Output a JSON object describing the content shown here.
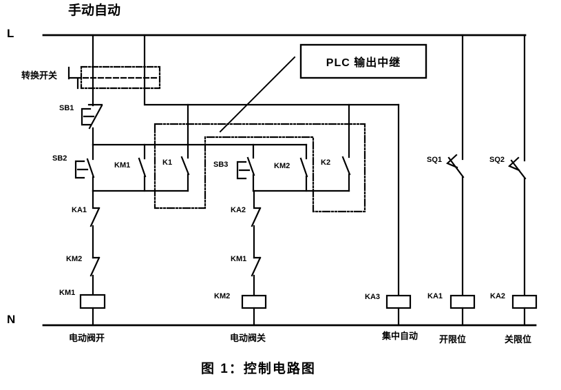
{
  "figure": {
    "title": "图 1：控制电路图",
    "mode_label": "手动自动"
  },
  "buses": {
    "live": "L",
    "neutral": "N"
  },
  "callout": {
    "plc_output_relay": "PLC 输出中继"
  },
  "switches": {
    "changeover": "转换开关",
    "sb1": "SB1",
    "sb2": "SB2",
    "sb3": "SB3",
    "sq1": "SQ1",
    "sq2": "SQ2"
  },
  "contacts": {
    "km1_seal_in": "KM1",
    "k1": "K1",
    "km2_seal_in": "KM2",
    "k2": "K2",
    "ka1_interlock": "KA1",
    "km2_interlock": "KM2",
    "ka2_interlock": "KA2",
    "km1_interlock": "KM1"
  },
  "coils": {
    "km1": "KM1",
    "km2": "KM2",
    "ka3": "KA3",
    "ka1": "KA1",
    "ka2": "KA2"
  },
  "captions": {
    "valve_open": "电动阀开",
    "valve_close": "电动阀关",
    "central_auto": "集中自动",
    "open_limit": "开限位",
    "close_limit": "关限位"
  },
  "colors": {
    "ink": "#000000",
    "background": "#ffffff"
  }
}
